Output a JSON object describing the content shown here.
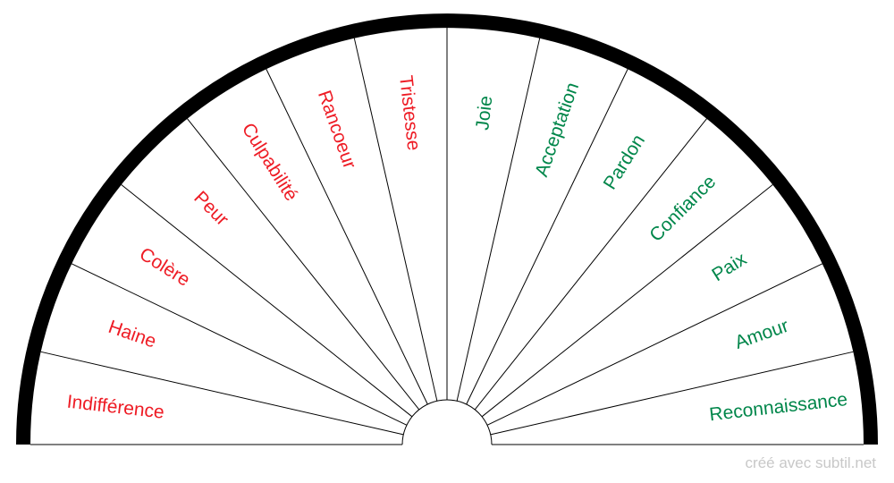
{
  "colors": {
    "negative": "#ee1c25",
    "positive": "#00864a",
    "rim": "#000000",
    "lines": "#000000",
    "watermark": "#c8c8c8"
  },
  "segments": [
    {
      "label": "Indifférence",
      "tone": "negative"
    },
    {
      "label": "Haine",
      "tone": "negative"
    },
    {
      "label": "Colère",
      "tone": "negative"
    },
    {
      "label": "Peur",
      "tone": "negative"
    },
    {
      "label": "Culpabilité",
      "tone": "negative"
    },
    {
      "label": "Rancoeur",
      "tone": "negative"
    },
    {
      "label": "Tristesse",
      "tone": "negative"
    },
    {
      "label": "Joie",
      "tone": "positive"
    },
    {
      "label": "Acceptation",
      "tone": "positive"
    },
    {
      "label": "Pardon",
      "tone": "positive"
    },
    {
      "label": "Confiance",
      "tone": "positive"
    },
    {
      "label": "Paix",
      "tone": "positive"
    },
    {
      "label": "Amour",
      "tone": "positive"
    },
    {
      "label": "Reconnaissance",
      "tone": "positive"
    }
  ],
  "watermark": "créé avec subtil.net"
}
